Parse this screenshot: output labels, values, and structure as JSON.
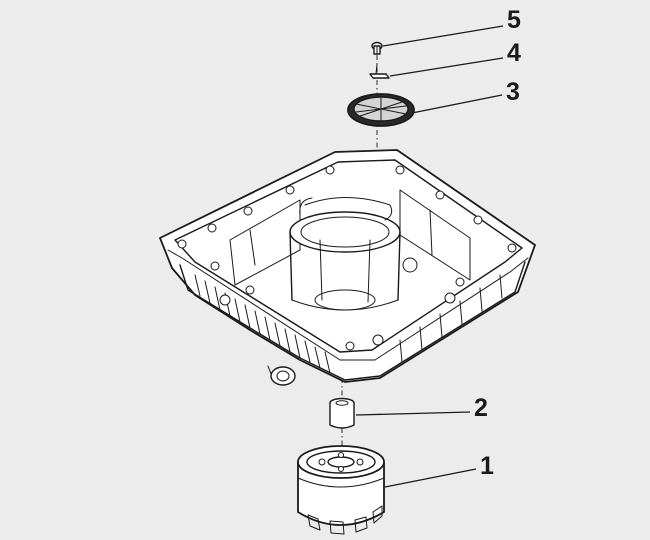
{
  "callouts": [
    {
      "id": "1",
      "label": "1"
    },
    {
      "id": "2",
      "label": "2"
    },
    {
      "id": "3",
      "label": "3"
    },
    {
      "id": "4",
      "label": "4"
    },
    {
      "id": "5",
      "label": "5"
    }
  ],
  "colors": {
    "background": "#ececec",
    "line": "#1a1a1a",
    "part_fill": "#ffffff",
    "shade": "#d4d4d4"
  }
}
